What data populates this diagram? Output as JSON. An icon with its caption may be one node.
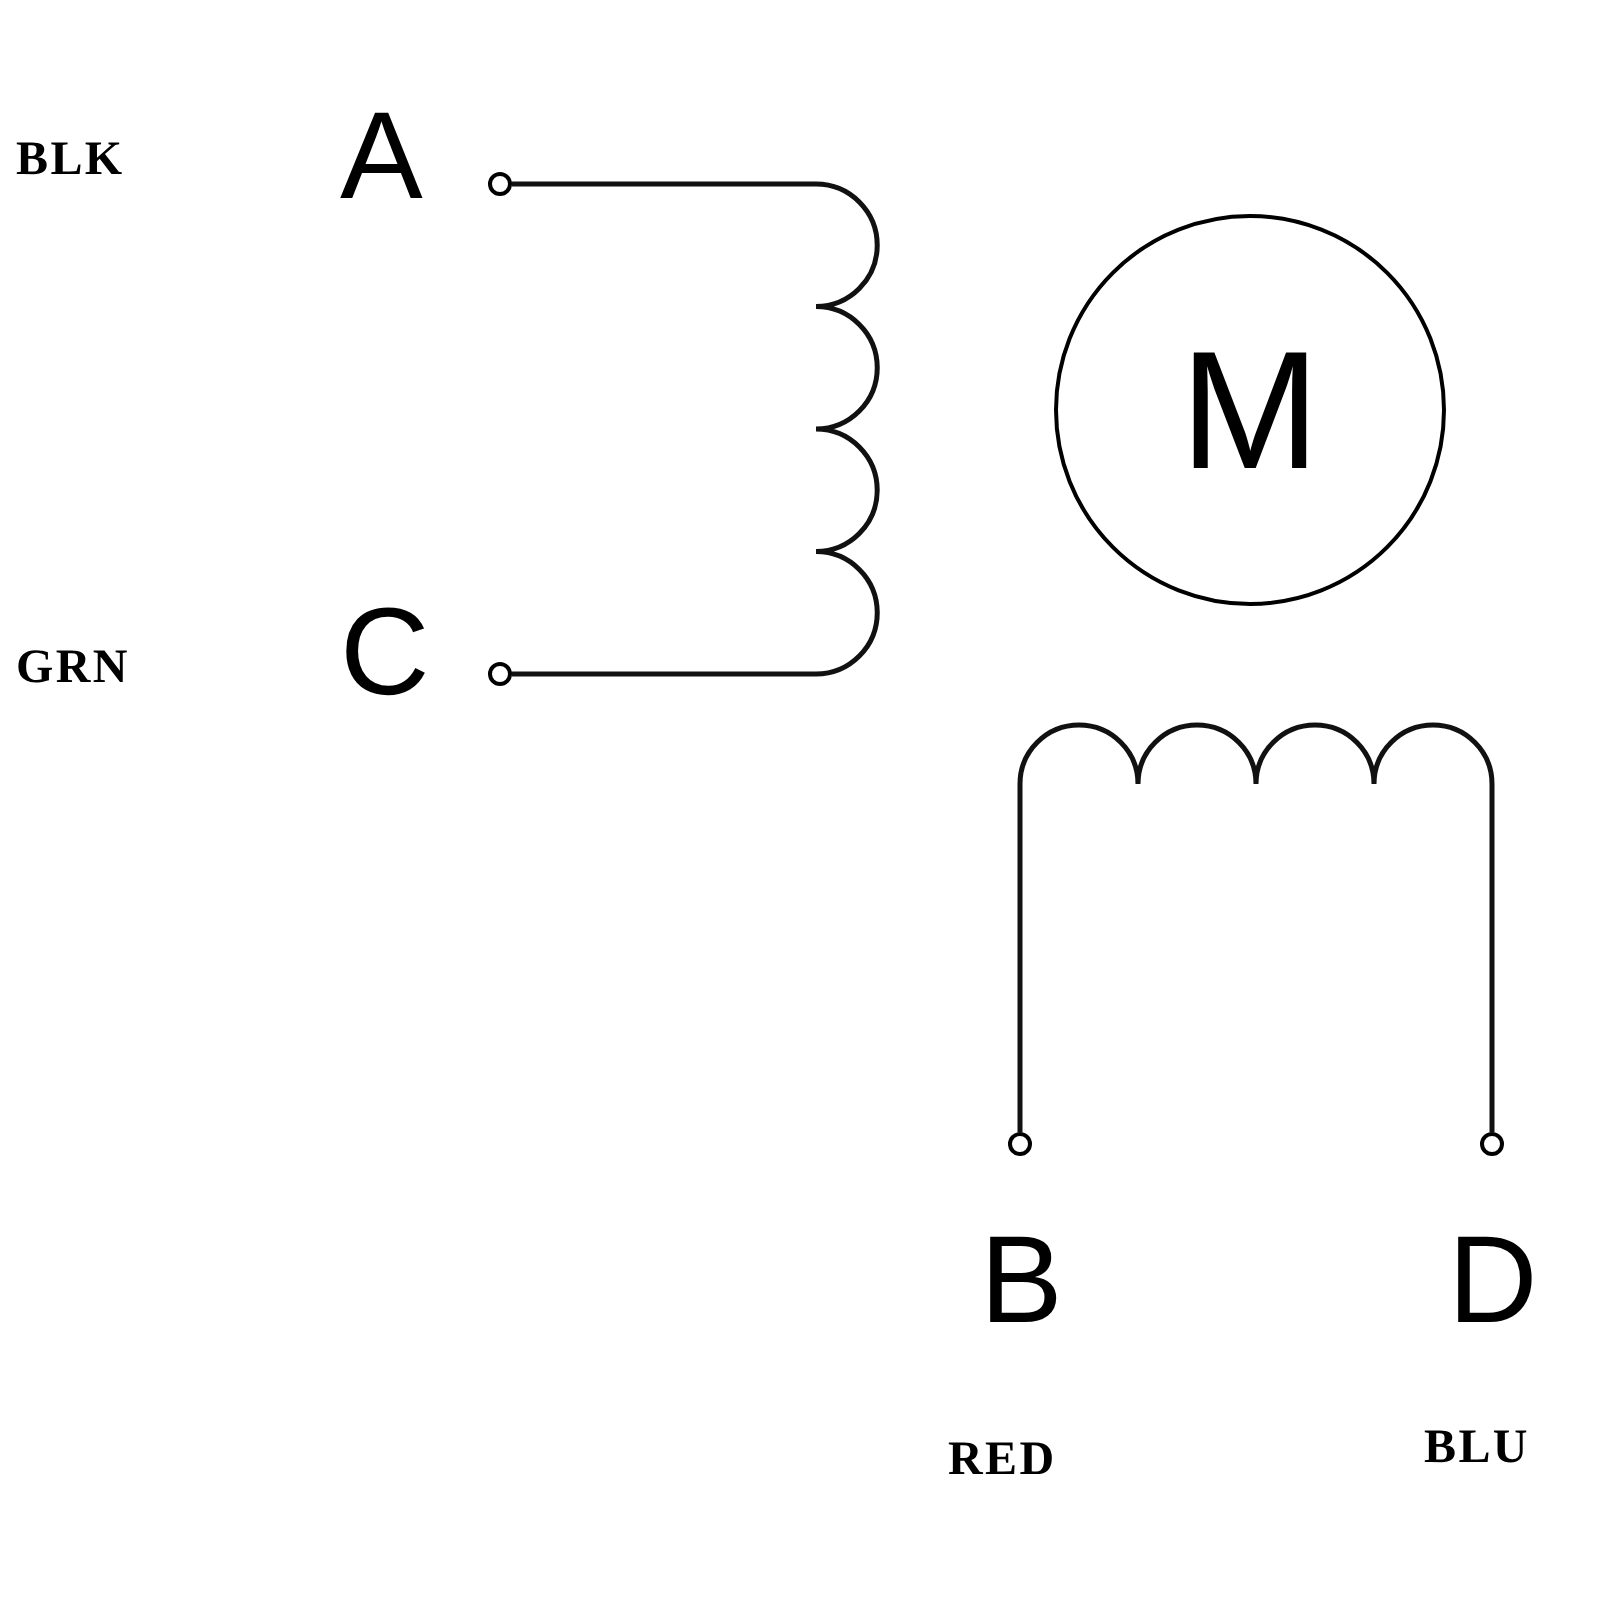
{
  "diagram": {
    "nodes": [
      {
        "text": [
          "M"
        ]
      },
      {
        "text": [],
        "shape": "circle",
        "beside": [
          "A"
        ]
      },
      {
        "text": [],
        "shape": "circle",
        "beside": [
          "C"
        ]
      },
      {
        "text": [],
        "shape": "circle",
        "beside": [
          "B"
        ]
      },
      {
        "text": [],
        "shape": "circle",
        "beside": [
          "D"
        ]
      }
    ],
    "edges": [
      {
        "from": 1,
        "to": 2,
        "arrow": "none"
      },
      {
        "from": 3,
        "to": 4,
        "arrow": "none"
      }
    ],
    "labels": [
      "BLK",
      "GRN",
      "RED",
      "BLU"
    ]
  }
}
